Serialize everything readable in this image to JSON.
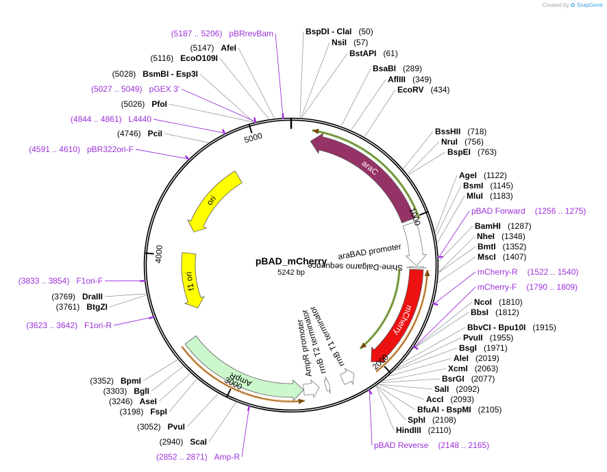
{
  "credit": {
    "prefix": "Created by",
    "brand": "SnapGene"
  },
  "plasmid": {
    "name": "pBAD_mCherry",
    "length_label": "5242 bp",
    "length": 5242
  },
  "colors": {
    "primer": "#9b30d9",
    "araC": "#963366",
    "mCherry": "#ee1111",
    "ori": "#ffff00",
    "ampR": "#ccf7cc",
    "orange": "#f6a44c",
    "green": "#44bb22"
  },
  "ticks": [
    {
      "pos": 1000,
      "label": "1000"
    },
    {
      "pos": 2000,
      "label": "2000"
    },
    {
      "pos": 3000,
      "label": "3000"
    },
    {
      "pos": 4000,
      "label": "4000"
    },
    {
      "pos": 5000,
      "label": "5000"
    }
  ],
  "enzymes": [
    {
      "name": "BspDI",
      "suffix": " - ClaI",
      "pos": "(50)",
      "bp": 50
    },
    {
      "name": "NsiI",
      "suffix": "",
      "pos": "(57)",
      "bp": 57
    },
    {
      "name": "BstAPI",
      "suffix": "",
      "pos": "(61)",
      "bp": 61
    },
    {
      "name": "BsaBI",
      "suffix": "",
      "pos": "(289)",
      "bp": 289
    },
    {
      "name": "AflIII",
      "suffix": "",
      "pos": "(349)",
      "bp": 349
    },
    {
      "name": "EcoRV",
      "suffix": "",
      "pos": "(434)",
      "bp": 434
    },
    {
      "name": "BssHII",
      "suffix": "",
      "pos": "(718)",
      "bp": 718
    },
    {
      "name": "NruI",
      "suffix": "",
      "pos": "(756)",
      "bp": 756
    },
    {
      "name": "BspEI",
      "suffix": "",
      "pos": "(763)",
      "bp": 763
    },
    {
      "name": "AgeI",
      "suffix": "",
      "pos": "(1122)",
      "bp": 1122
    },
    {
      "name": "BsmI",
      "suffix": "",
      "pos": "(1145)",
      "bp": 1145
    },
    {
      "name": "MluI",
      "suffix": "",
      "pos": "(1183)",
      "bp": 1183
    },
    {
      "name": "BamHI",
      "suffix": "",
      "pos": "(1287)",
      "bp": 1287
    },
    {
      "name": "NheI",
      "suffix": "",
      "pos": "(1348)",
      "bp": 1348
    },
    {
      "name": "BmtI",
      "suffix": "",
      "pos": "(1352)",
      "bp": 1352
    },
    {
      "name": "MscI",
      "suffix": "",
      "pos": "(1407)",
      "bp": 1407
    },
    {
      "name": "NcoI",
      "suffix": "",
      "pos": "(1810)",
      "bp": 1810
    },
    {
      "name": "BbsI",
      "suffix": "",
      "pos": "(1812)",
      "bp": 1812
    },
    {
      "name": "BbvCI",
      "suffix": " - Bpu10I",
      "pos": "(1915)",
      "bp": 1915
    },
    {
      "name": "PvuII",
      "suffix": "",
      "pos": "(1955)",
      "bp": 1955
    },
    {
      "name": "BsgI",
      "suffix": "",
      "pos": "(1971)",
      "bp": 1971
    },
    {
      "name": "AleI",
      "suffix": "",
      "pos": "(2019)",
      "bp": 2019
    },
    {
      "name": "XcmI",
      "suffix": "",
      "pos": "(2063)",
      "bp": 2063
    },
    {
      "name": "BsrGI",
      "suffix": "",
      "pos": "(2077)",
      "bp": 2077
    },
    {
      "name": "SalI",
      "suffix": "",
      "pos": "(2092)",
      "bp": 2092
    },
    {
      "name": "AccI",
      "suffix": "",
      "pos": "(2093)",
      "bp": 2093
    },
    {
      "name": "BfuAI",
      "suffix": " - BspMI",
      "pos": "(2105)",
      "bp": 2105
    },
    {
      "name": "SphI",
      "suffix": "",
      "pos": "(2108)",
      "bp": 2108
    },
    {
      "name": "HindIII",
      "suffix": "",
      "pos": "(2110)",
      "bp": 2110
    },
    {
      "name": "ScaI",
      "suffix": "",
      "pos": "(2940)",
      "bp": 2940
    },
    {
      "name": "PvuI",
      "suffix": "",
      "pos": "(3052)",
      "bp": 3052
    },
    {
      "name": "FspI",
      "suffix": "",
      "pos": "(3198)",
      "bp": 3198
    },
    {
      "name": "AseI",
      "suffix": "",
      "pos": "(3246)",
      "bp": 3246
    },
    {
      "name": "BglI",
      "suffix": "",
      "pos": "(3303)",
      "bp": 3303
    },
    {
      "name": "BpmI",
      "suffix": "",
      "pos": "(3352)",
      "bp": 3352
    },
    {
      "name": "BtgZI",
      "suffix": "",
      "pos": "(3761)",
      "bp": 3761
    },
    {
      "name": "DraIII",
      "suffix": "",
      "pos": "(3769)",
      "bp": 3769
    },
    {
      "name": "PciI",
      "suffix": "",
      "pos": "(4746)",
      "bp": 4746
    },
    {
      "name": "PfoI",
      "suffix": "",
      "pos": "(5026)",
      "bp": 5026
    },
    {
      "name": "BsmBI",
      "suffix": " - Esp3I",
      "pos": "(5028)",
      "bp": 5028
    },
    {
      "name": "EcoO109I",
      "suffix": "",
      "pos": "(5116)",
      "bp": 5116
    },
    {
      "name": "AfeI",
      "suffix": "",
      "pos": "(5147)",
      "bp": 5147
    }
  ],
  "primers": [
    {
      "name": "pBRrevBam",
      "range": "(5187 .. 5206)",
      "bp": 5196
    },
    {
      "name": "pGEX 3'",
      "range": "(5027 .. 5049)",
      "bp": 5038
    },
    {
      "name": "L4440",
      "range": "(4844 .. 4861)",
      "bp": 4852
    },
    {
      "name": "pBR322ori-F",
      "range": "(4591 .. 4610)",
      "bp": 4600
    },
    {
      "name": "pBAD Forward",
      "range": "(1256 .. 1275)",
      "bp": 1265
    },
    {
      "name": "mCherry-R",
      "range": "(1522 .. 1540)",
      "bp": 1531
    },
    {
      "name": "mCherry-F",
      "range": "(1790 .. 1809)",
      "bp": 1799
    },
    {
      "name": "F1ori-F",
      "range": "(3833 .. 3854)",
      "bp": 3843
    },
    {
      "name": "F1ori-R",
      "range": "(3623 .. 3642)",
      "bp": 3632
    },
    {
      "name": "pBAD Reverse",
      "range": "(2148 .. 2165)",
      "bp": 2156
    },
    {
      "name": "Amp-R",
      "range": "(2852 .. 2871)",
      "bp": 2861
    }
  ],
  "features": [
    {
      "name": "araC",
      "start": 129,
      "end": 1007,
      "strand": -1
    },
    {
      "name": "araBAD promoter",
      "start": 1030,
      "end": 1315,
      "strand": 1
    },
    {
      "name": "Shine-Dalgarno sequence",
      "start": 1322,
      "end": 1331,
      "strand": 1
    },
    {
      "name": "mCherry",
      "start": 1340,
      "end": 2044,
      "strand": 1
    },
    {
      "name": "rrnB T1 terminator",
      "start": 2183,
      "end": 2270,
      "strand": -1
    },
    {
      "name": "rrnB T2 terminator",
      "start": 2362,
      "end": 2389,
      "strand": -1
    },
    {
      "name": "AmpR promoter",
      "start": 2433,
      "end": 2537,
      "strand": -1
    },
    {
      "name": "AmpR",
      "start": 2538,
      "end": 3398,
      "strand": -1
    },
    {
      "name": "f1 ori",
      "start": 3573,
      "end": 4028,
      "strand": -1
    },
    {
      "name": "ori",
      "start": 4205,
      "end": 4793,
      "strand": -1
    }
  ]
}
